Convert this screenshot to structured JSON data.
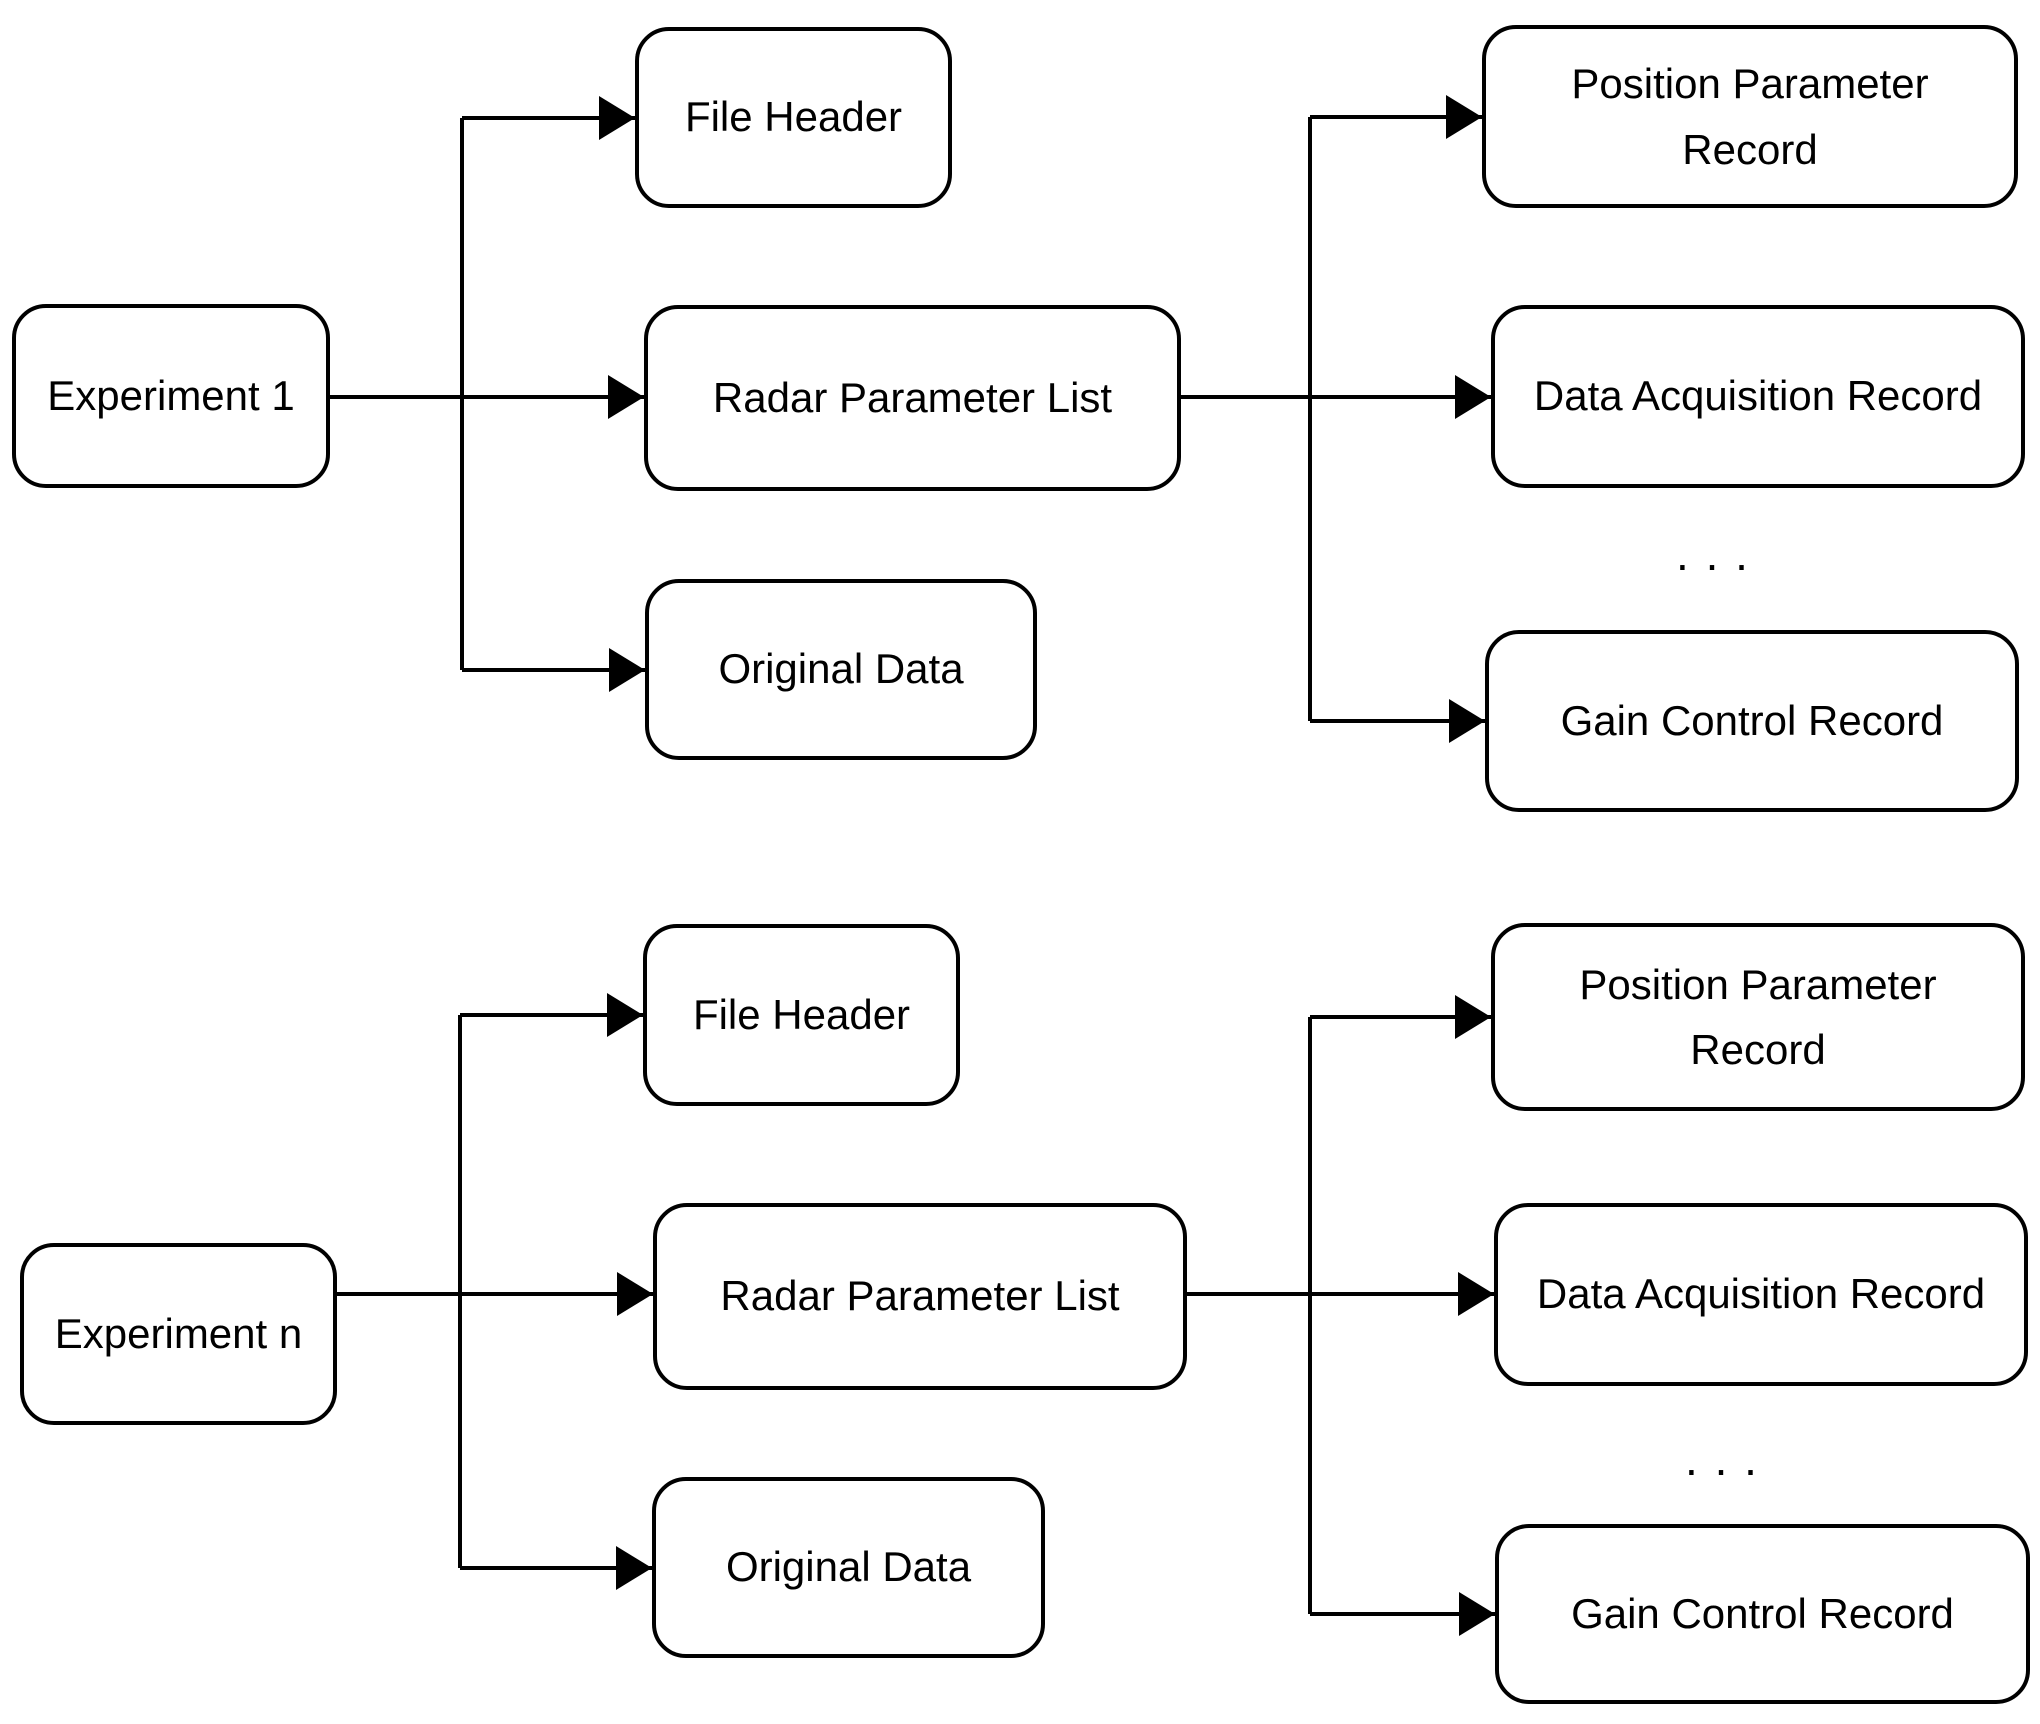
{
  "colors": {
    "background": "#ffffff",
    "line": "#000000",
    "text": "#000000"
  },
  "nodes": {
    "g1": {
      "experiment": "Experiment 1",
      "file_header": "File Header",
      "radar_parameter_list": "Radar Parameter List",
      "original_data": "Original Data",
      "position_parameter_line1": "Position Parameter",
      "position_parameter_line2": "Record",
      "data_acquisition": "Data Acquisition Record",
      "ellipsis": ". . .",
      "gain_control": "Gain Control Record"
    },
    "g2": {
      "experiment": "Experiment n",
      "file_header": "File Header",
      "radar_parameter_list": "Radar Parameter List",
      "original_data": "Original Data",
      "position_parameter_line1": "Position Parameter",
      "position_parameter_line2": "Record",
      "data_acquisition": "Data Acquisition Record",
      "ellipsis": ". . .",
      "gain_control": "Gain Control Record"
    }
  }
}
